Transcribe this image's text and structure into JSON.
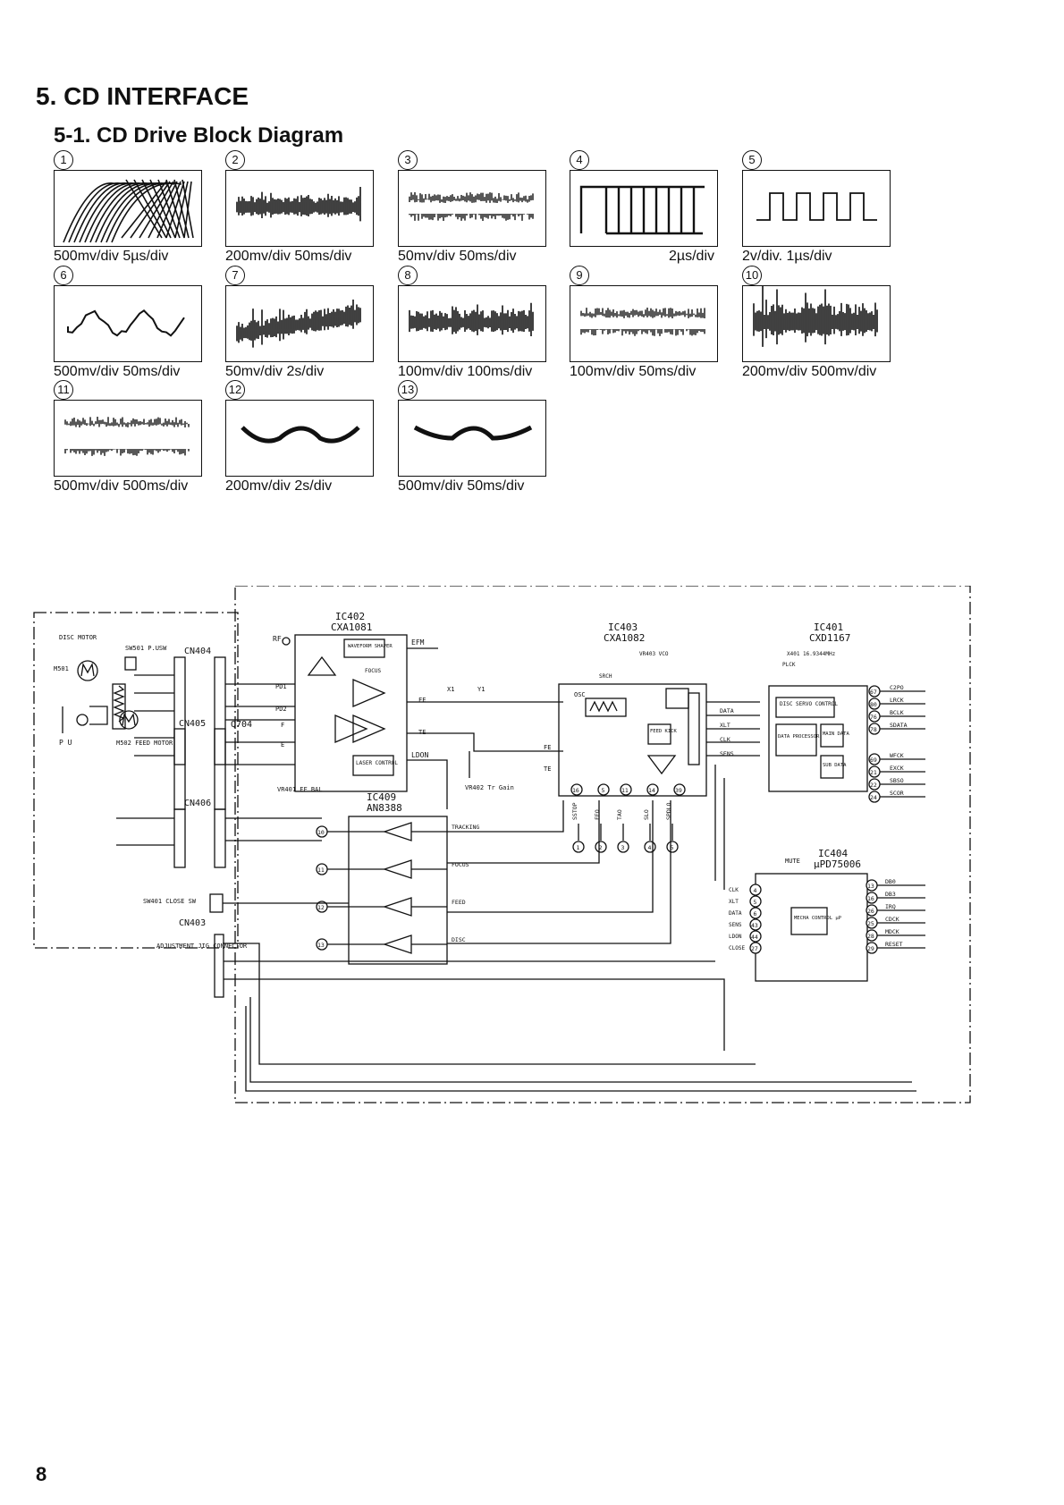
{
  "heading": "5. CD INTERFACE",
  "subheading": "5-1. CD Drive Block Diagram",
  "waveforms": [
    {
      "num": "1",
      "caption": "500mv/div 5µs/div",
      "pattern": "crosshatch"
    },
    {
      "num": "2",
      "caption": "200mv/div 50ms/div",
      "pattern": "noise-dense"
    },
    {
      "num": "3",
      "caption": "50mv/div 50ms/div",
      "pattern": "band"
    },
    {
      "num": "4",
      "caption": "2µs/div",
      "pattern": "burst"
    },
    {
      "num": "5",
      "caption": "2v/div. 1µs/div",
      "pattern": "square"
    },
    {
      "num": "6",
      "caption": "500mv/div 50ms/div",
      "pattern": "wave"
    },
    {
      "num": "7",
      "caption": "50mv/div 2s/div",
      "pattern": "rising-noise"
    },
    {
      "num": "8",
      "caption": "100mv/div 100ms/div",
      "pattern": "noise-dense"
    },
    {
      "num": "9",
      "caption": "100mv/div 50ms/div",
      "pattern": "band"
    },
    {
      "num": "10",
      "caption": "200mv/div 500mv/div",
      "pattern": "noise-heavy"
    },
    {
      "num": "11",
      "caption": "500mv/div 500ms/div",
      "pattern": "band-top"
    },
    {
      "num": "12",
      "caption": "200mv/div 2s/div",
      "pattern": "arcs"
    },
    {
      "num": "13",
      "caption": "500mv/div 50ms/div",
      "pattern": "arcs-small"
    }
  ],
  "diagram": {
    "ic402": {
      "name": "IC402",
      "part": "CXA1081"
    },
    "ic403": {
      "name": "IC403",
      "part": "CXA1082"
    },
    "ic401": {
      "name": "IC401",
      "part": "CXD1167"
    },
    "ic409": {
      "name": "IC409",
      "part": "AN8388"
    },
    "ic404": {
      "name": "IC404",
      "part": "μPD75006"
    },
    "connectors": [
      "CN404",
      "CN405",
      "CN406",
      "CN403"
    ],
    "disc_motor": "DISC MOTOR",
    "sw501": "SW501 P.USW",
    "m501": "M501",
    "m502": "M502 FEED MOTOR",
    "pu": "P U",
    "q704": "Q704",
    "vr401": "VR401 EF BAL",
    "vr402": "VR402 Tr Gain",
    "vr403": "VR403 VCO",
    "waveform_shaper": "WAVEFORM SHAPER",
    "focus_lbl": "FOCUS",
    "laser_control": "LASER CONTROL",
    "ldon": "LDON",
    "efm": "EFM",
    "rf": "RF",
    "fe": "FE",
    "te": "TE",
    "x1": "X1",
    "y1": "Y1",
    "srch": "SRCH",
    "osc": "OSC",
    "feed_kick": "FEED KICK",
    "x401": "X401 16.9344MHz",
    "plck": "PLCK",
    "disc_servo": "DISC SERVO CONTROL",
    "data_processor": "DATA PROCESSOR",
    "main_data": "MAIN DATA",
    "sub_data": "SUB DATA",
    "ic401_outputs": [
      "C2PO",
      "LRCK",
      "BCLK",
      "SDATA",
      "WFCK",
      "EXCK",
      "SBSO",
      "SCOR"
    ],
    "ic401_out_pins": [
      "67",
      "80",
      "76",
      "78",
      "69",
      "21",
      "22",
      "24"
    ],
    "ic403_pins_bottom": [
      "16",
      "5",
      "11",
      "14",
      "39"
    ],
    "ic403_ctrl_labels": [
      "SSTOP",
      "FEO",
      "TAO",
      "SLO",
      "SPDLO"
    ],
    "serial_labels": [
      "DATA",
      "XLT",
      "CLK",
      "SENS"
    ],
    "ic409_channels": [
      "TRACKING",
      "FOCUS",
      "FEED",
      "DISC"
    ],
    "mecha_control": "MECHA CONTROL μP",
    "ic404_left_labels": [
      "CLK",
      "XLT",
      "DATA",
      "SENS",
      "LDON",
      "CLOSE"
    ],
    "ic404_left_pins": [
      "4",
      "5",
      "6",
      "43",
      "44",
      "27"
    ],
    "ic404_right_labels": [
      "DB0",
      "DB3",
      "IRQ",
      "CDCK",
      "MDCK",
      "RESET"
    ],
    "ic404_right_pins": [
      "13",
      "16",
      "26",
      "25",
      "28",
      "29"
    ],
    "mute": "MUTE",
    "sw401": "SW401 CLOSE SW",
    "adj": "ADJUSTMENT JIG CONNECTOR",
    "pd1": "PD1",
    "pd2": "PD2",
    "f": "F",
    "e": "E"
  },
  "page_number": "8"
}
